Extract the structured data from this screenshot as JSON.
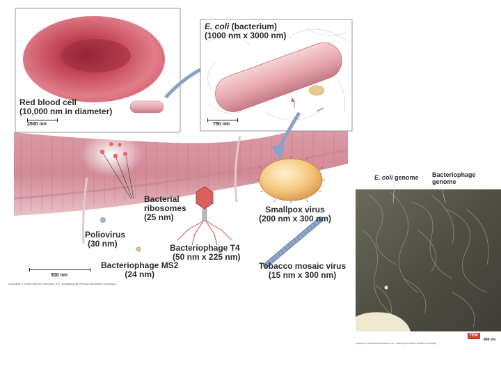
{
  "labels": {
    "rbc": {
      "title": "Red blood cell",
      "sub": "(10,000 nm in diameter)"
    },
    "ecoli": {
      "title_italic": "E. coli",
      "title_rest": " (bacterium)",
      "sub": "(1000 nm x 3000 nm)"
    },
    "ribosomes": {
      "line1": "Bacterial",
      "line2": "ribosomes",
      "line3": "(25 nm)"
    },
    "poliovirus": {
      "line1": "Poliovirus",
      "line2": "(30 nm)"
    },
    "t4": {
      "line1": "Bacteriophage T4",
      "line2": "(50 nm x 225 nm)"
    },
    "ms2": {
      "line1": "Bacteriophage MS2",
      "line2": "(24 nm)"
    },
    "smallpox": {
      "line1": "Smallpox virus",
      "line2": "(200 nm x 300 nm)"
    },
    "tmv": {
      "line1": "Tobacco mosaic virus",
      "line2": "(15 nm x 300 nm)"
    },
    "ecoli_genome": {
      "italic": "E. coli",
      "rest": " genome"
    },
    "phage_genome": {
      "line1": "Bacteriophage",
      "line2": "genome"
    }
  },
  "scales": {
    "rbc": "2500 nm",
    "ecoli": "750 nm",
    "main": "300 nm",
    "tem": "400 nm"
  },
  "tem_badge": "TEM",
  "copyright_left": "Copyright © 2009 Pearson Education, Inc., publishing as Pearson Benjamin Cummings.",
  "copyright_right": "Copyright © 2008 Pearson Education, Inc., publishing as Pearson Benjamin Cummings.",
  "colors": {
    "membrane": "#d99aa5",
    "rbc": "#c9505f",
    "ecoli": "#e8aab0",
    "smallpox": "#f2c27a",
    "t4": "#d9605c",
    "tmv": "#8fa6c8",
    "tem_bg": "#5a5a4e"
  }
}
